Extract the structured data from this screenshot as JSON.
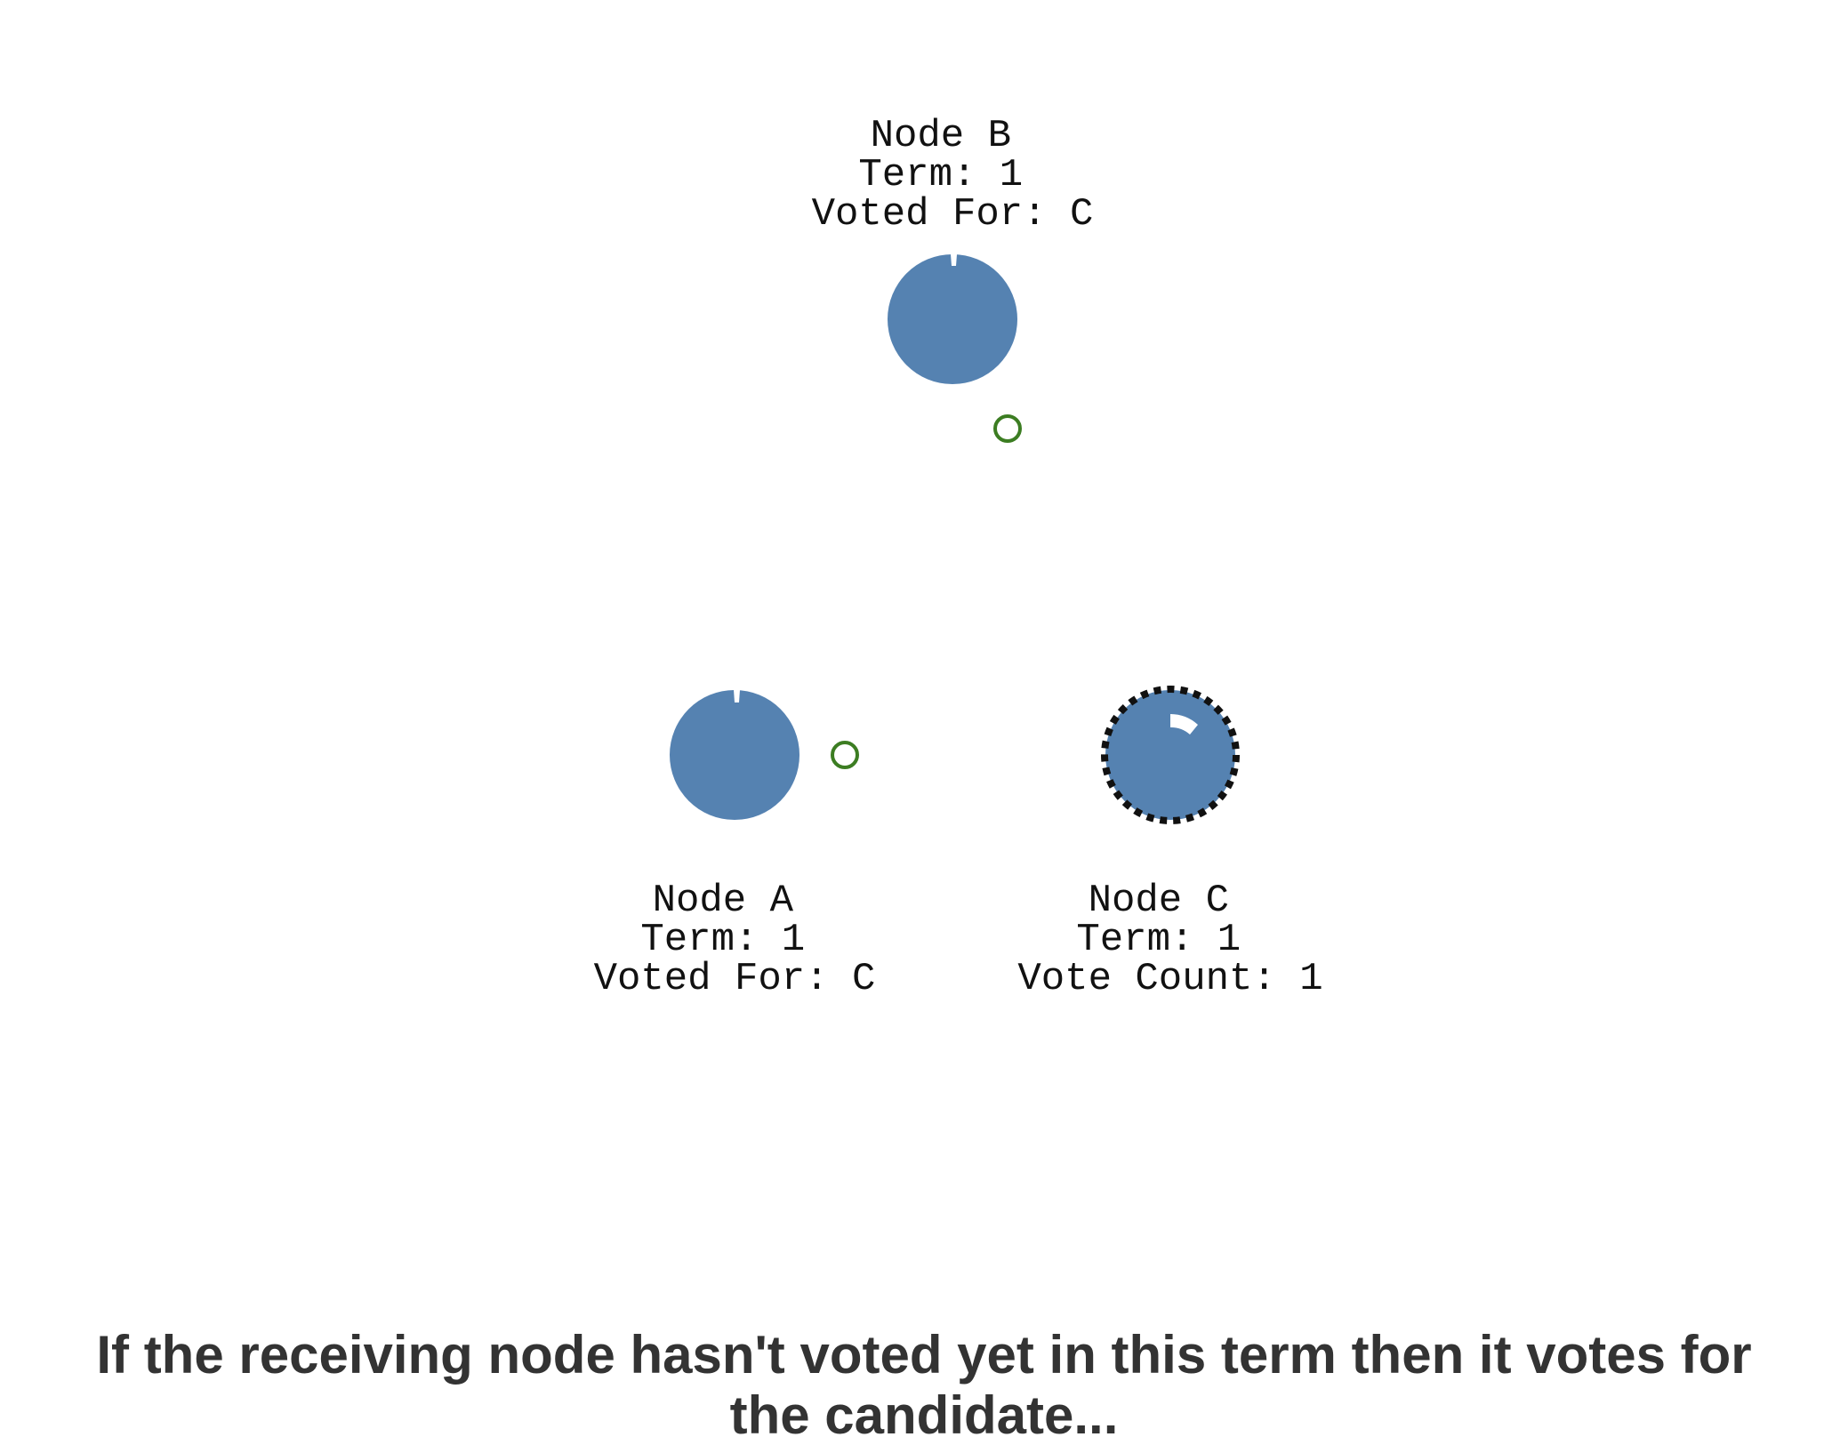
{
  "colors": {
    "node_fill": "#5582b1",
    "message_stroke": "#3c7d22",
    "candidate_ring": "#111111",
    "timer_mark": "#ffffff",
    "caption_text": "#333333"
  },
  "nodes": [
    {
      "id": "B",
      "role": "follower",
      "lines": [
        "Node B",
        "Term: 1",
        "Voted For: C"
      ]
    },
    {
      "id": "A",
      "role": "follower",
      "lines": [
        "Node A",
        "Term: 1",
        "Voted For: C"
      ]
    },
    {
      "id": "C",
      "role": "candidate",
      "lines": [
        "Node C",
        "Term: 1",
        "Vote Count: 1"
      ]
    }
  ],
  "messages": [
    {
      "from": "B",
      "to": "C",
      "type": "vote-response-icon"
    },
    {
      "from": "A",
      "to": "C",
      "type": "vote-response-icon"
    }
  ],
  "caption": "If the receiving node hasn't voted yet in this term then it votes for the candidate..."
}
